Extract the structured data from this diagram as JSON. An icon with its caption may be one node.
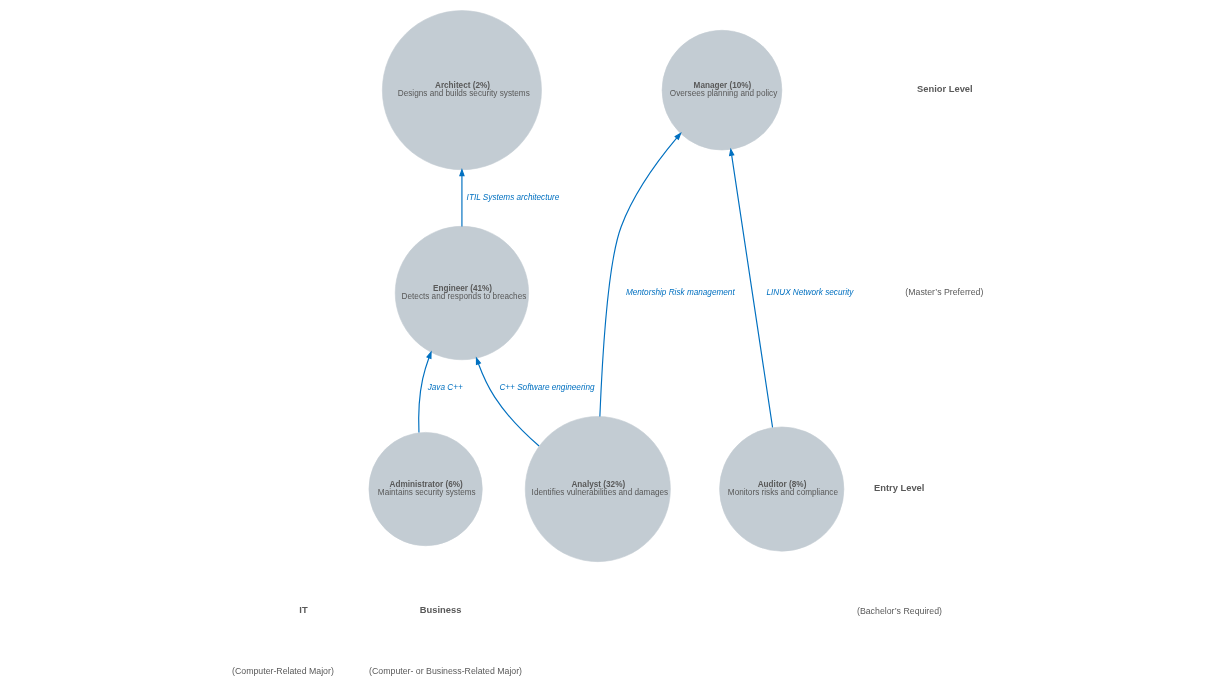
{
  "diagram": {
    "nodes": [
      {
        "text": [
          "Architect (2%)",
          "Designs and builds security systems"
        ]
      },
      {
        "text": [
          "Manager (10%)",
          "Oversees planning and policy"
        ]
      },
      {
        "text": [
          "Engineer (41%)",
          "Detects and responds to breaches"
        ]
      },
      {
        "text": [
          "Administrator (6%)",
          "Maintains security systems"
        ]
      },
      {
        "text": [
          "Analyst (32%)",
          "Identifies vulnerabilities and damages"
        ]
      },
      {
        "text": [
          "Auditor (8%)",
          "Monitors risks and compliance"
        ]
      }
    ],
    "edges": [
      {
        "from": 2,
        "to": 0,
        "arrow": "to",
        "label": "ITIL Systems architecture"
      },
      {
        "from": 3,
        "to": 2,
        "arrow": "to",
        "label": "Java C++"
      },
      {
        "from": 4,
        "to": 2,
        "arrow": "to",
        "label": "C++ Software engineering"
      },
      {
        "from": 4,
        "to": 1,
        "arrow": "to",
        "label": "Mentorship Risk management"
      },
      {
        "from": 5,
        "to": 1,
        "arrow": "to",
        "label": "LINUX Network security"
      }
    ],
    "labels": [
      "Senior Level",
      "(Master’s Preferred)",
      "Entry Level",
      "(Bachelor’s Required)",
      "IT",
      "(Computer-Related Major)",
      "Business",
      "(Computer- or Business-Related Major)"
    ]
  }
}
